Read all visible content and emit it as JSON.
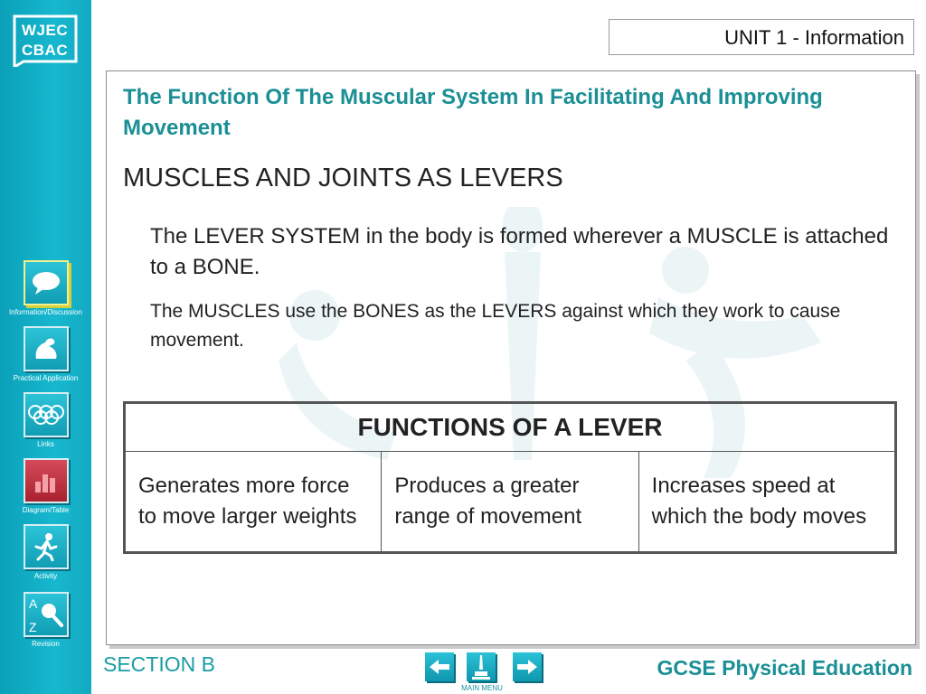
{
  "logo": {
    "line1": "WJEC",
    "line2": "CBAC"
  },
  "sidebar": {
    "items": [
      {
        "label": "Information/Discussion",
        "icon": "speech-bubble-icon"
      },
      {
        "label": "Practical Application",
        "icon": "flexed-arm-icon"
      },
      {
        "label": "Links",
        "icon": "rings-icon"
      },
      {
        "label": "Diagram/Table",
        "icon": "bar-chart-icon"
      },
      {
        "label": "Activity",
        "icon": "runner-icon"
      },
      {
        "label": "Revision",
        "icon": "a-z-magnifier-icon"
      }
    ]
  },
  "header": {
    "unit": "UNIT 1 - Information"
  },
  "main": {
    "title": "The Function Of The Muscular System In Facilitating And Improving Movement",
    "subtitle": "MUSCLES AND JOINTS AS LEVERS",
    "paragraph1": "The LEVER SYSTEM in the body is formed wherever a MUSCLE is attached to a BONE.",
    "paragraph2": "The MUSCLES use the BONES as the LEVERS against which they work to cause movement.",
    "table": {
      "heading": "FUNCTIONS OF A LEVER",
      "cells": [
        "Generates more force to move larger weights",
        "Produces a greater range of movement",
        "Increases speed at which the body moves"
      ]
    }
  },
  "footer": {
    "section": "SECTION B",
    "main_menu": "MAIN MENU",
    "brand": "GCSE Physical Education"
  },
  "colors": {
    "sidebar": "#17b8cf",
    "accent": "#1a8f95"
  }
}
